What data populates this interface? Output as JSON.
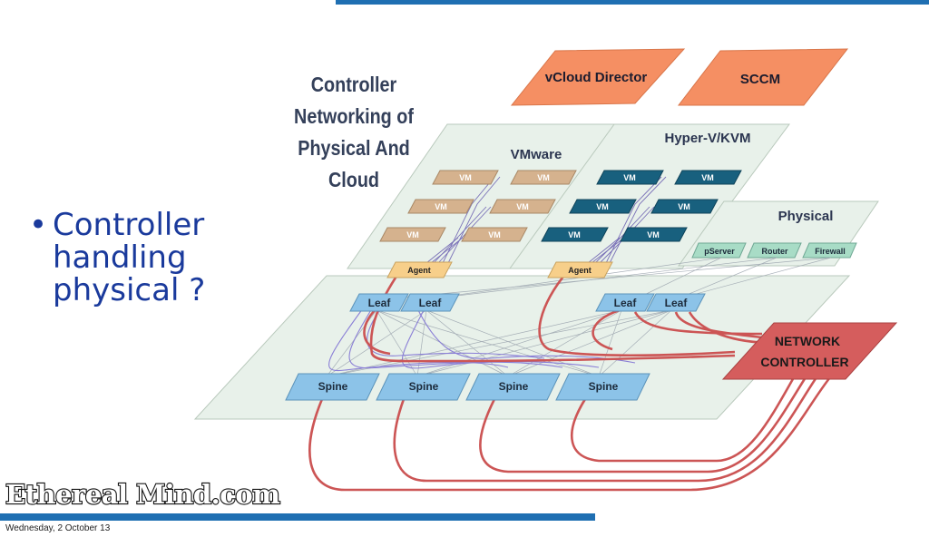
{
  "slide": {
    "title": "Controller Networking of Physical And Cloud",
    "bullet": "Controller handling physical ?",
    "bullet_symbol": "•",
    "logo_text": "Ethereal Mind.com",
    "footer_date": "Wednesday, 2 October 13"
  },
  "diagram": {
    "top_boxes": {
      "vcloud": "vCloud Director",
      "sccm": "SCCM"
    },
    "vmware": {
      "label": "VMware",
      "vms": [
        "VM",
        "VM",
        "VM",
        "VM",
        "VM",
        "VM"
      ],
      "agent": "Agent"
    },
    "hyperv": {
      "label": "Hyper-V/KVM",
      "vms": [
        "VM",
        "VM",
        "VM",
        "VM",
        "VM",
        "VM"
      ],
      "agent": "Agent"
    },
    "physical": {
      "label": "Physical",
      "devices": [
        "pServer",
        "Router",
        "Firewall"
      ]
    },
    "leaves": [
      "Leaf",
      "Leaf",
      "Leaf",
      "Leaf"
    ],
    "spines": [
      "Spine",
      "Spine",
      "Spine",
      "Spine"
    ],
    "controller": {
      "line1": "NETWORK",
      "line2": "CONTROLLER"
    }
  },
  "colors": {
    "brand_blue": "#1f6fb2",
    "bullet_text": "#1a3a9c",
    "plane_fill": "#e8f1ea",
    "orange_box": "#f58f63",
    "vmware_vm": "#d5b28e",
    "hyperv_vm": "#18607e",
    "physical_device": "#a8dcc6",
    "leaf_spine": "#8cc3e8",
    "agent": "#f7cf8a",
    "controller": "#d55d5d",
    "red_link": "#cc5555",
    "purple_link": "#8a7fd6"
  }
}
